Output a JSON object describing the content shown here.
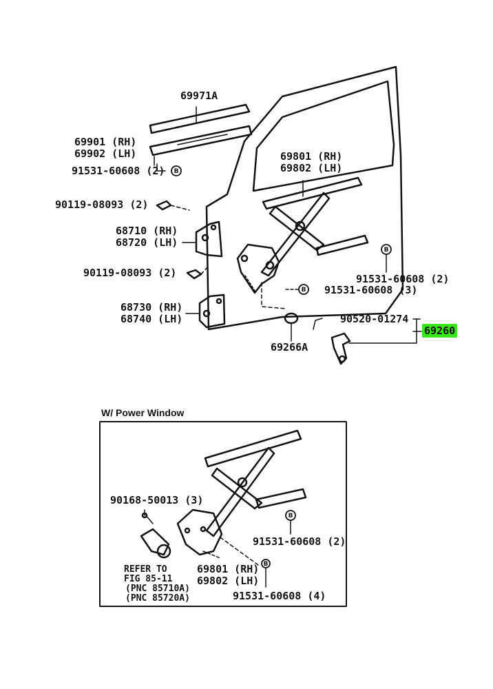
{
  "labels": {
    "p69971a": "69971A",
    "p69901": "69901 (RH)",
    "p69902": "69902 (LH)",
    "p91531_a": "91531-60608 (2)",
    "p90119_a": "90119-08093 (2)",
    "p68710": "68710 (RH)",
    "p68720": "68720 (LH)",
    "p90119_b": "90119-08093 (2)",
    "p68730": "68730 (RH)",
    "p68740": "68740 (LH)",
    "p69801": "69801 (RH)",
    "p69802": "69802 (LH)",
    "p91531_b": "91531-60608 (2)",
    "p91531_c": "91531-60608 (3)",
    "p90520": "90520-01274",
    "p69260": "69260",
    "p69266a": "69266A"
  },
  "power_window": {
    "title": "W/ Power Window",
    "p90168": "90168-50013 (3)",
    "p91531_d": "91531-60608 (2)",
    "p69801": "69801 (RH)",
    "p69802": "69802 (LH)",
    "p91531_e": "91531-60608 (4)",
    "refer_1": "REFER TO",
    "refer_2": "FIG  85-11",
    "refer_3": "(PNC 85710A)",
    "refer_4": "(PNC 85720A)"
  },
  "colors": {
    "highlight": "#39e61c",
    "ink": "#111111"
  }
}
